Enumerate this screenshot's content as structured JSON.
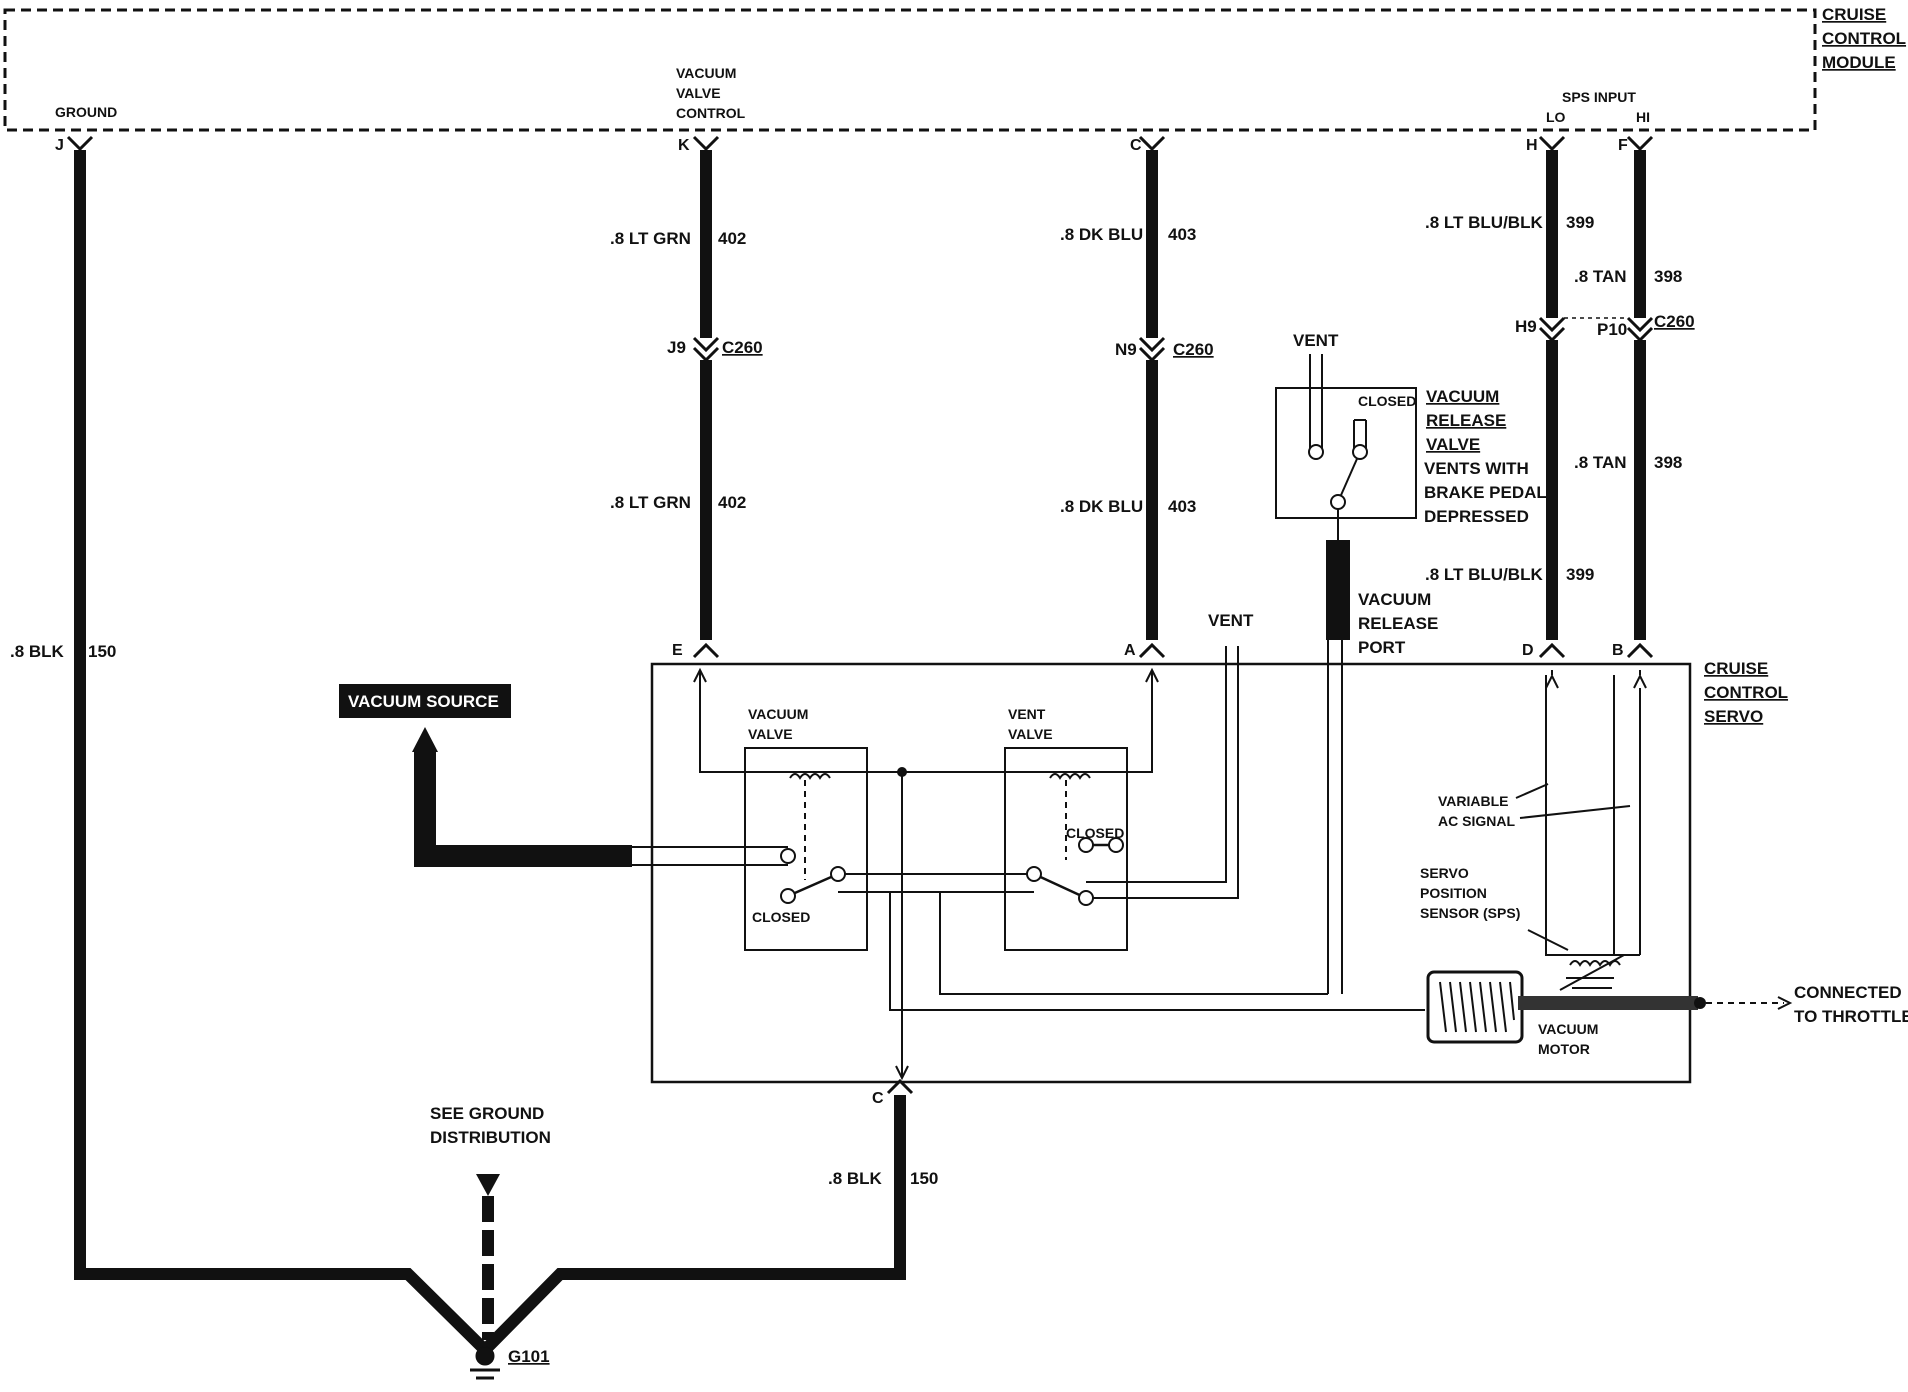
{
  "module": {
    "title": [
      "CRUISE",
      "CONTROL",
      "MODULE"
    ],
    "pins": {
      "ground": {
        "letter": "J",
        "label": "GROUND"
      },
      "vacuum_valve_control": {
        "letter": "K",
        "label": [
          "VACUUM",
          "VALVE",
          "CONTROL"
        ]
      },
      "vent_valve": {
        "letter": "C"
      },
      "sps_lo": {
        "letter": "H",
        "label": "LO"
      },
      "sps_hi": {
        "letter": "F",
        "label": "HI"
      },
      "sps_input_label": "SPS INPUT"
    }
  },
  "wires": {
    "ground_main": {
      "gauge": ".8 BLK",
      "circuit": "150"
    },
    "vacuum_upper": {
      "gauge": ".8 LT GRN",
      "circuit": "402"
    },
    "vacuum_lower": {
      "gauge": ".8 LT GRN",
      "circuit": "402"
    },
    "vent_upper": {
      "gauge": ".8 DK BLU",
      "circuit": "403"
    },
    "vent_lower": {
      "gauge": ".8 DK BLU",
      "circuit": "403"
    },
    "sps_lo_upper": {
      "gauge": ".8 LT BLU/BLK",
      "circuit": "399"
    },
    "sps_lo_lower": {
      "gauge": ".8 LT BLU/BLK",
      "circuit": "399"
    },
    "sps_hi_upper": {
      "gauge": ".8 TAN",
      "circuit": "398"
    },
    "sps_hi_lower": {
      "gauge": ".8 TAN",
      "circuit": "398"
    },
    "servo_ground": {
      "gauge": ".8 BLK",
      "circuit": "150"
    }
  },
  "connectors": {
    "c260": "C260",
    "j9": "J9",
    "n9": "N9",
    "h9": "H9",
    "p10": "P10"
  },
  "servo": {
    "title": [
      "CRUISE",
      "CONTROL",
      "SERVO"
    ],
    "pins": {
      "e": "E",
      "a": "A",
      "d": "D",
      "b": "B",
      "c": "C"
    },
    "vacuum_valve": [
      "VACUUM",
      "VALVE"
    ],
    "vent_valve": [
      "VENT",
      "VALVE"
    ],
    "closed": "CLOSED",
    "vent": "VENT",
    "variable_ac_signal": [
      "VARIABLE",
      "AC SIGNAL"
    ],
    "sps": [
      "SERVO",
      "POSITION",
      "SENSOR (SPS)"
    ],
    "vacuum_motor": [
      "VACUUM",
      "MOTOR"
    ],
    "connected_to_throttle": [
      "CONNECTED",
      "TO THROTTLE"
    ]
  },
  "vacuum_source": "VACUUM SOURCE",
  "release_valve": {
    "vent": "VENT",
    "closed": "CLOSED",
    "title": [
      "VACUUM",
      "RELEASE",
      "VALVE"
    ],
    "note": [
      "VENTS WITH",
      "BRAKE PEDAL",
      "DEPRESSED"
    ],
    "port": [
      "VACUUM",
      "RELEASE",
      "PORT"
    ]
  },
  "ground": {
    "see": [
      "SEE GROUND",
      "DISTRIBUTION"
    ],
    "id": "G101"
  }
}
